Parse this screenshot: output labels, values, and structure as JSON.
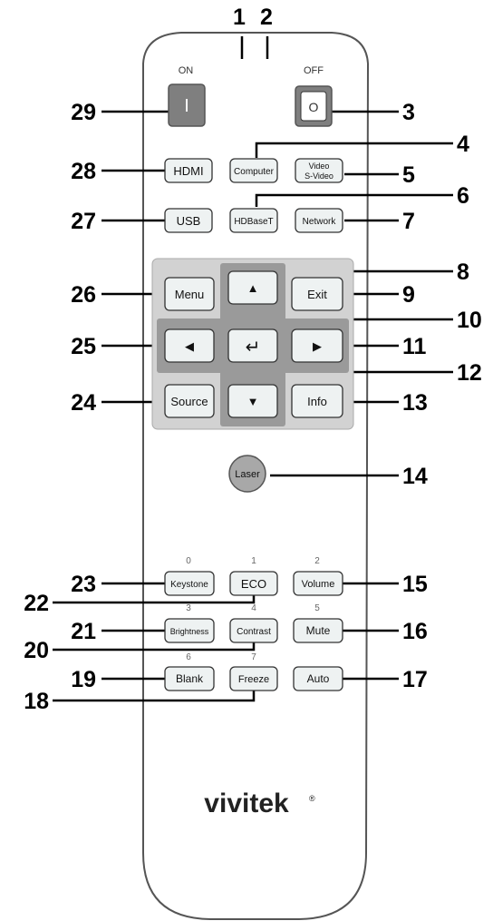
{
  "power": {
    "on_label": "ON",
    "off_label": "OFF",
    "on_symbol": "I",
    "off_symbol": "O"
  },
  "buttons": {
    "hdmi": "HDMI",
    "computer": "Computer",
    "video_line1": "Video",
    "video_line2": "S-Video",
    "usb": "USB",
    "hdbaset": "HDBaseT",
    "network": "Network",
    "menu": "Menu",
    "exit": "Exit",
    "source": "Source",
    "info": "Info",
    "up": "▲",
    "down": "▼",
    "left": "◀",
    "right": "▶",
    "enter": "↵",
    "laser": "Laser",
    "keystone": "Keystone",
    "eco": "ECO",
    "volume": "Volume",
    "brightness": "Brightness",
    "contrast": "Contrast",
    "mute": "Mute",
    "blank": "Blank",
    "freeze": "Freeze",
    "auto": "Auto"
  },
  "digits": {
    "keystone": "0",
    "eco": "1",
    "volume": "2",
    "brightness": "3",
    "contrast": "4",
    "mute": "5",
    "blank": "6",
    "freeze": "7"
  },
  "brand": {
    "logo_text": "vivitek",
    "registered": "®"
  },
  "callouts": [
    "1",
    "2",
    "3",
    "4",
    "5",
    "6",
    "7",
    "8",
    "9",
    "10",
    "11",
    "12",
    "13",
    "14",
    "15",
    "16",
    "17",
    "18",
    "19",
    "20",
    "21",
    "22",
    "23",
    "24",
    "25",
    "26",
    "27",
    "28",
    "29"
  ],
  "colors": {
    "button_face": "#eef2f2",
    "button_border": "#333333",
    "dpad_bg": "#d2d2d2",
    "power_bg": "#7f7f7f",
    "laser": "#a8a8a8",
    "body_outline": "#555555"
  }
}
